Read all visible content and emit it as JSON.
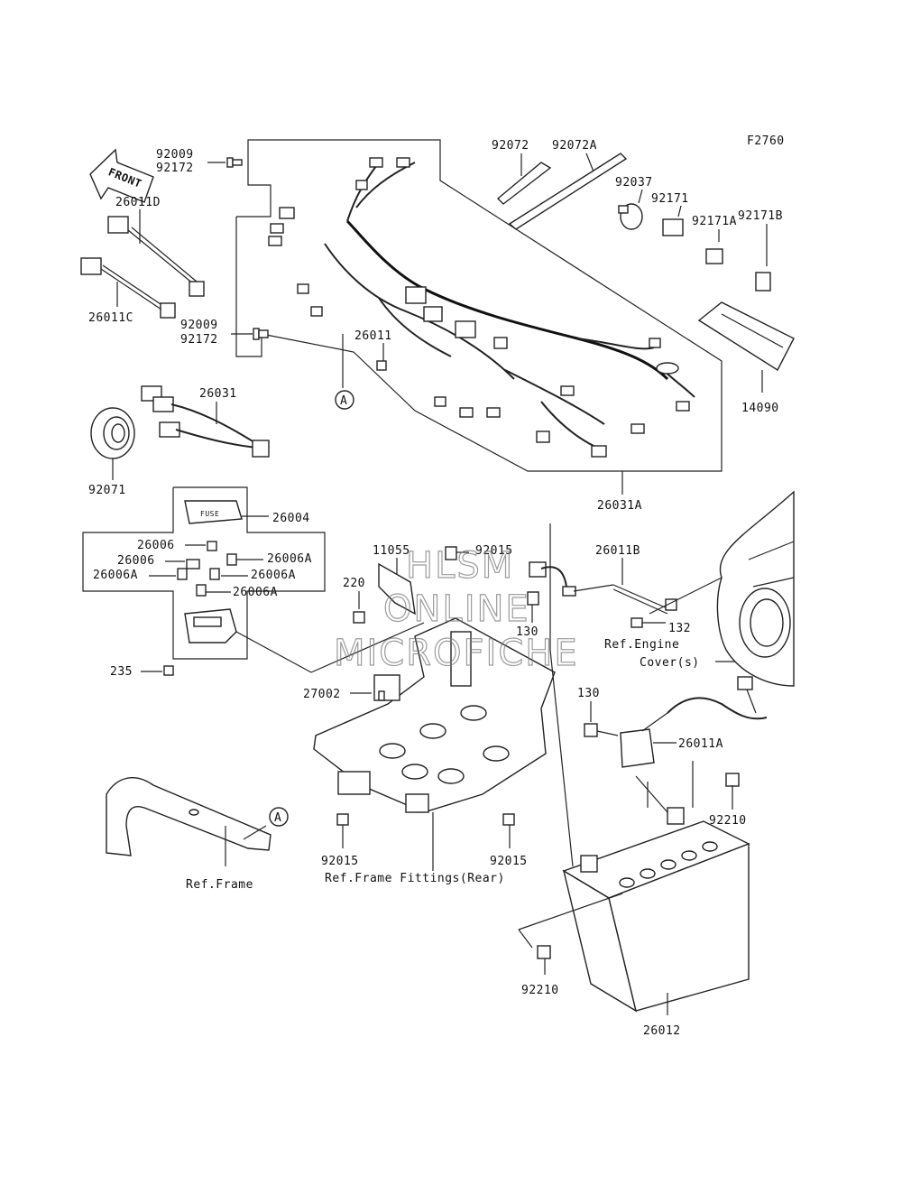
{
  "figure_code": "F2760",
  "front_arrow_label": "FRONT",
  "fuse_label": "FUSE",
  "callout_a": "A",
  "watermark": {
    "line1": "HLSM",
    "line2": "ONLINE",
    "line3": "MICROFICHE"
  },
  "labels": {
    "p92009_top": "92009",
    "p92172_top": "92172",
    "p26011D": "26011D",
    "p26011C": "26011C",
    "p92009_mid": "92009",
    "p92172_mid": "92172",
    "p26011": "26011",
    "p26031": "26031",
    "p92071": "92071",
    "p92072": "92072",
    "p92072A": "92072A",
    "p92037": "92037",
    "p92171": "92171",
    "p92171A": "92171A",
    "p92171B": "92171B",
    "p14090": "14090",
    "p26031A": "26031A",
    "p26004": "26004",
    "p26006_a": "26006",
    "p26006A_r1": "26006A",
    "p26006_b": "26006",
    "p26006A_l": "26006A",
    "p26006A_r2": "26006A",
    "p26006A_r3": "26006A",
    "p235": "235",
    "p11055": "11055",
    "p92015_top": "92015",
    "p220": "220",
    "p130_a": "130",
    "p26011B": "26011B",
    "p132": "132",
    "ref_engine_cover_1": "Ref.Engine",
    "ref_engine_cover_2": "Cover(s)",
    "p27002": "27002",
    "p130_b": "130",
    "p26011A": "26011A",
    "p92210_r": "92210",
    "p92015_l": "92015",
    "p92015_r": "92015",
    "ref_frame_fittings": "Ref.Frame Fittings(Rear)",
    "ref_frame": "Ref.Frame",
    "p92210_b": "92210",
    "p26012": "26012"
  }
}
